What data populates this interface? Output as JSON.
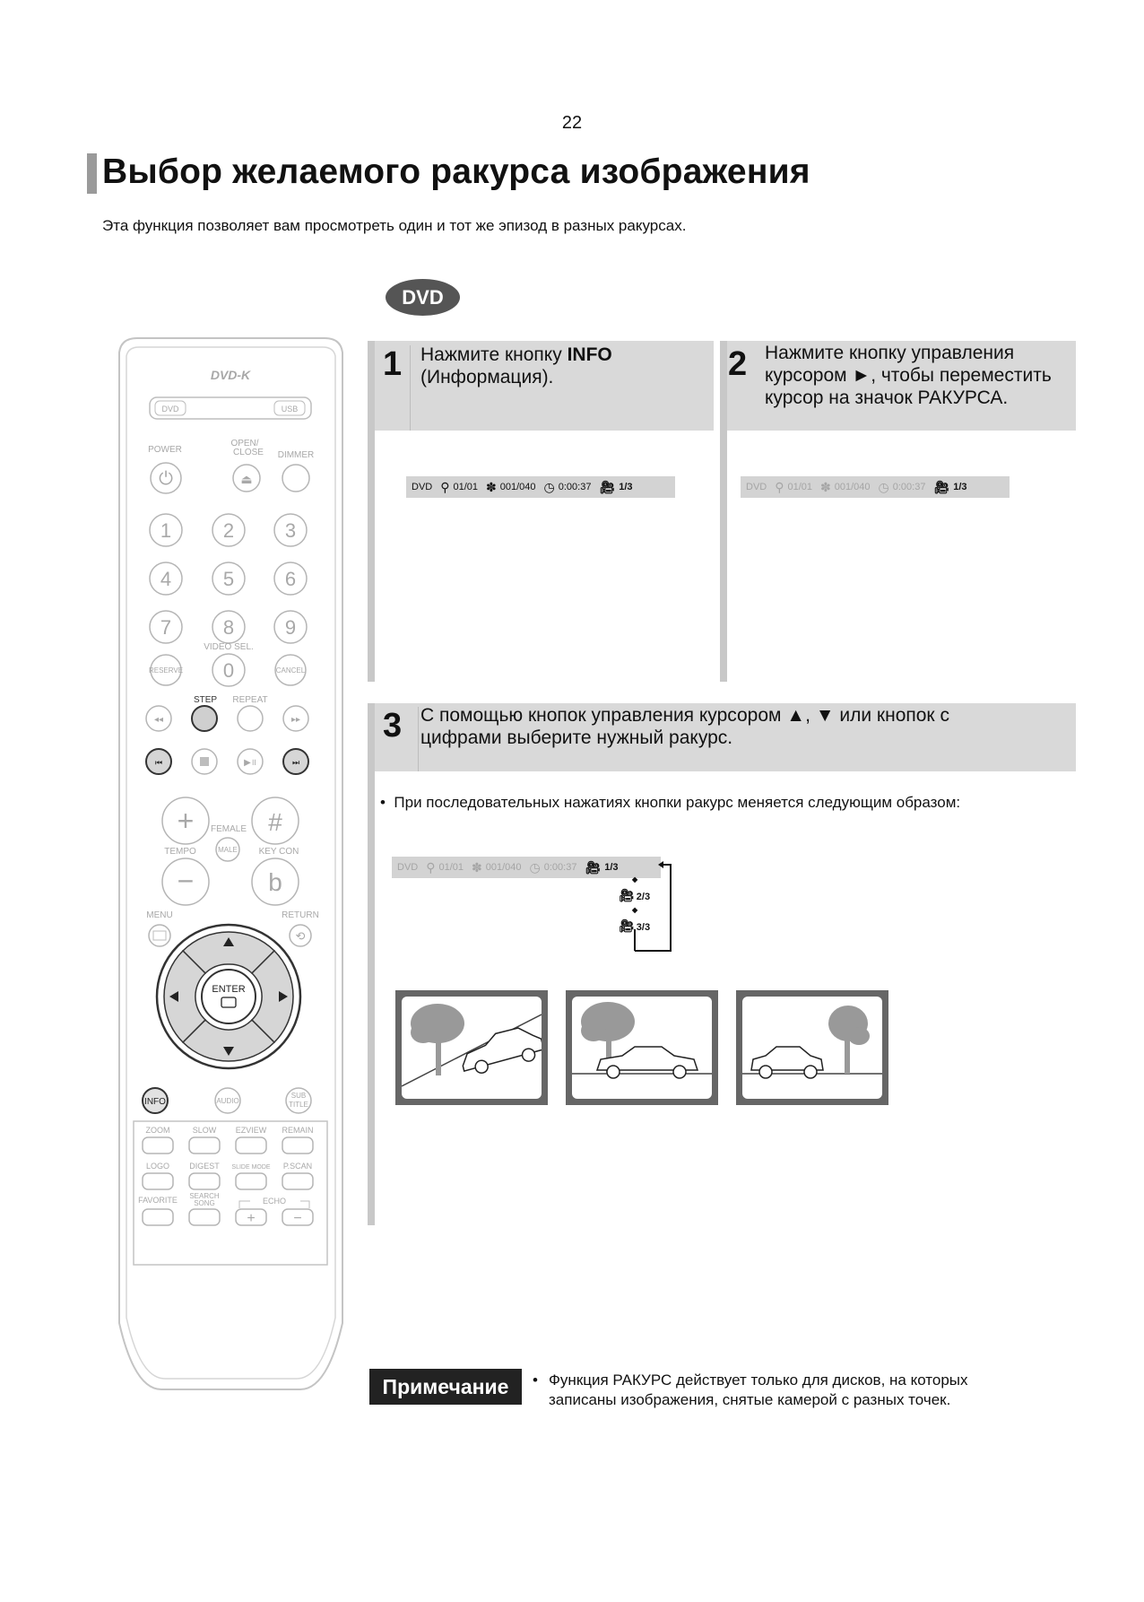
{
  "page": {
    "number": "22",
    "title": "Выбор желаемого ракурса изображения",
    "intro": "Эта функция позволяет вам просмотреть один и тот же эпизод в разных ракурсах.",
    "disc_badge": "DVD"
  },
  "steps": [
    {
      "num": "1",
      "text_before": "Нажмите кнопку ",
      "text_bold": "INFO",
      "text_after": " (Информация)."
    },
    {
      "num": "2",
      "text": "Нажмите кнопку управления курсором ►, чтобы переместить курсор на значок РАКУРСА."
    },
    {
      "num": "3",
      "text": "С помощью кнопок управления курсором ▲, ▼ или кнопок с цифрами выберите нужный ракурс."
    }
  ],
  "info_bar": {
    "disc": "DVD",
    "title": "01/01",
    "chapter": "001/040",
    "time": "0:00:37",
    "angle": "1/3"
  },
  "angle_sequence": [
    "1/3",
    "2/3",
    "3/3"
  ],
  "bullet": "При последовательных нажатиях кнопки ракурс меняется следующим образом:",
  "note": {
    "label": "Примечание",
    "text": "Функция РАКУРС действует только для дисков, на которых записаны изображения, снятые камерой с разных точек."
  },
  "remote": {
    "logo": "DVD-K",
    "source_buttons": [
      "DVD",
      "USB"
    ],
    "labels": {
      "power": "POWER",
      "open_close_1": "OPEN/",
      "open_close_2": "CLOSE",
      "dimmer": "DIMMER",
      "video_sel": "VIDEO SEL.",
      "reserve": "RESERVE",
      "cancel": "CANCEL",
      "step": "STEP",
      "repeat": "REPEAT",
      "female": "FEMALE",
      "tempo": "TEMPO",
      "male": "MALE",
      "key_con": "KEY CON",
      "menu": "MENU",
      "return": "RETURN",
      "enter": "ENTER",
      "info": "INFO",
      "audio": "AUDIO",
      "sub_1": "SUB",
      "sub_2": "TITLE",
      "zoom": "ZOOM",
      "slow": "SLOW",
      "ezview": "EZVIEW",
      "remain": "REMAIN",
      "logo_btn": "LOGO",
      "digest": "DIGEST",
      "slide_mode": "SLIDE MODE",
      "p_scan": "P.SCAN",
      "favorite": "FAVORITE",
      "search_1": "SEARCH",
      "search_2": "SONG",
      "echo": "ECHO"
    },
    "digits": [
      "1",
      "2",
      "3",
      "4",
      "5",
      "6",
      "7",
      "8",
      "9",
      "0"
    ],
    "symbols": {
      "plus": "+",
      "minus": "−",
      "sharp": "#",
      "flat": "b"
    }
  }
}
